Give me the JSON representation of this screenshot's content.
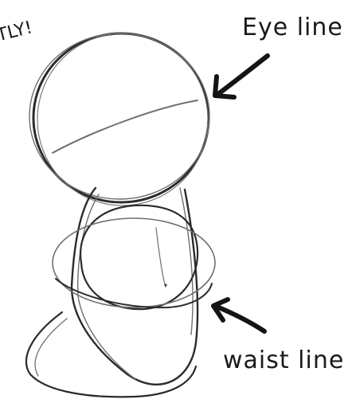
{
  "labels": {
    "top_fragment": "TLY!",
    "eye_line": "Eye line",
    "waist_line": "waist line"
  },
  "colors": {
    "background": "#ffffff",
    "ink": "#1a1a1a",
    "sketch": "#2b2b2b",
    "sketch_light": "#6f6f6f"
  }
}
